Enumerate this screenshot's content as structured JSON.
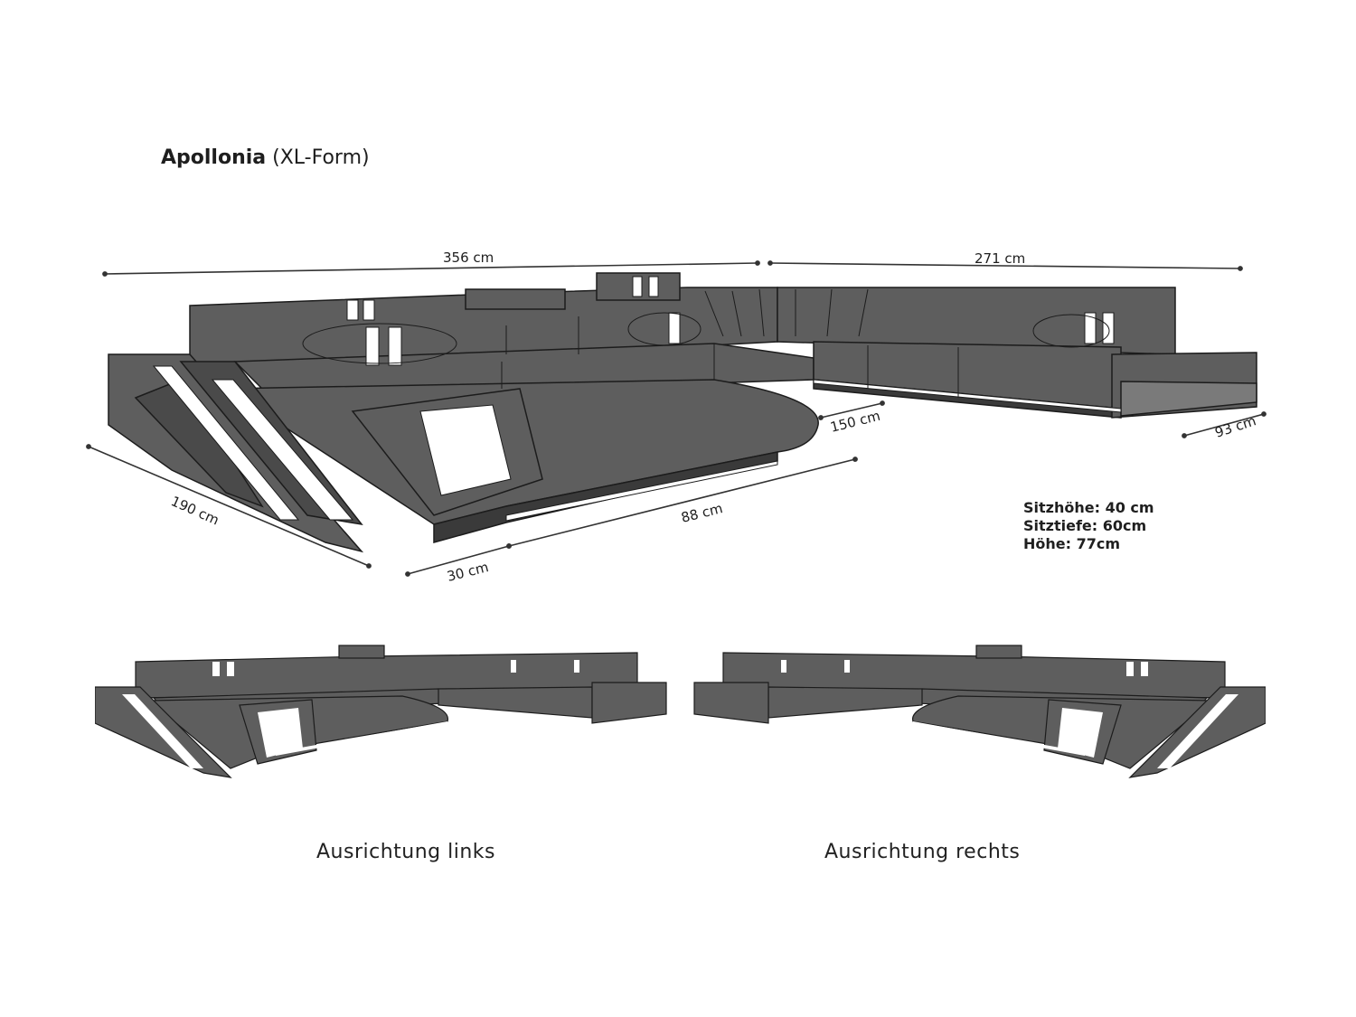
{
  "title": {
    "name": "Apollonia",
    "suffix": "(XL-Form)"
  },
  "dimensions": {
    "top_left": "356 cm",
    "top_right": "271 cm",
    "depth_right": "93 cm",
    "ottoman_gap": "150 cm",
    "chaise_depth": "190 cm",
    "chaise_front": "88 cm",
    "armrest": "30 cm"
  },
  "specs": {
    "seat_height": "Sitzhöhe: 40 cm",
    "seat_depth": "Sitztiefe: 60cm",
    "height": "Höhe: 77cm"
  },
  "captions": {
    "left": "Ausrichtung links",
    "right": "Ausrichtung rechts"
  },
  "colors": {
    "upholstery": "#5e5e5e",
    "outline": "#1c1c1c",
    "led": "#ffffff",
    "dimension_line": "#333333"
  }
}
